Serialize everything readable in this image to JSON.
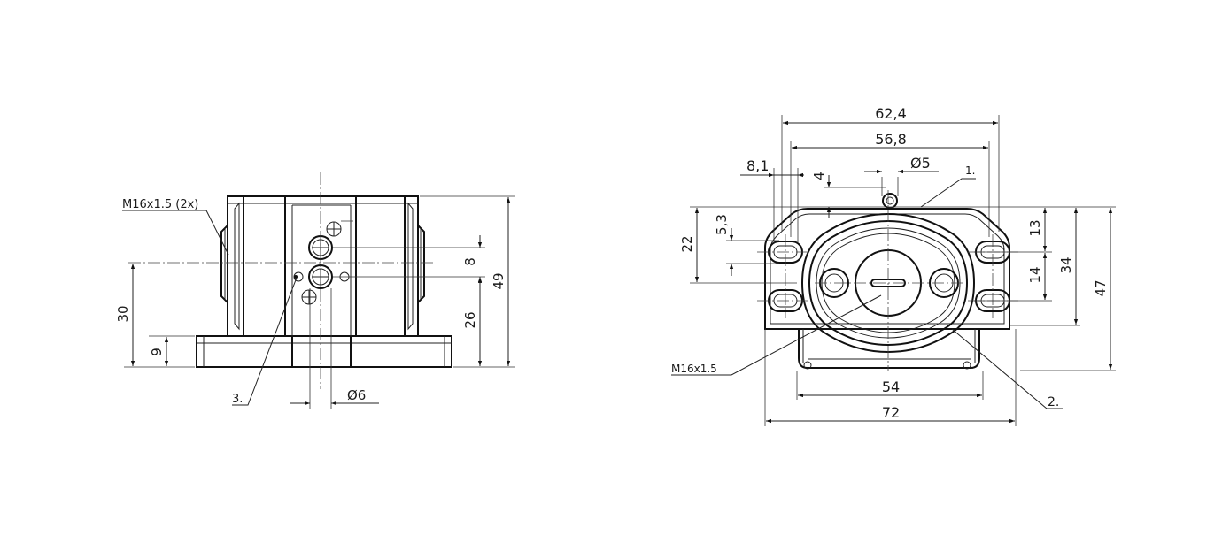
{
  "side_view": {
    "thread_label": "M16x1.5 (2x)",
    "callout_3": "3.",
    "dim_49": "49",
    "dim_30": "30",
    "dim_26": "26",
    "dim_9": "9",
    "dim_8": "8",
    "dim_dia6": "Ø6"
  },
  "front_view": {
    "dim_62_4": "62,4",
    "dim_56_8": "56,8",
    "dim_8_1": "8,1",
    "dim_4": "4",
    "dim_dia5": "Ø5",
    "callout_1": "1.",
    "callout_2": "2.",
    "dim_22": "22",
    "dim_5_3": "5,3",
    "dim_13": "13",
    "dim_14": "14",
    "dim_34": "34",
    "dim_47": "47",
    "dim_54": "54",
    "dim_72": "72",
    "thread_label": "M16x1.5"
  }
}
